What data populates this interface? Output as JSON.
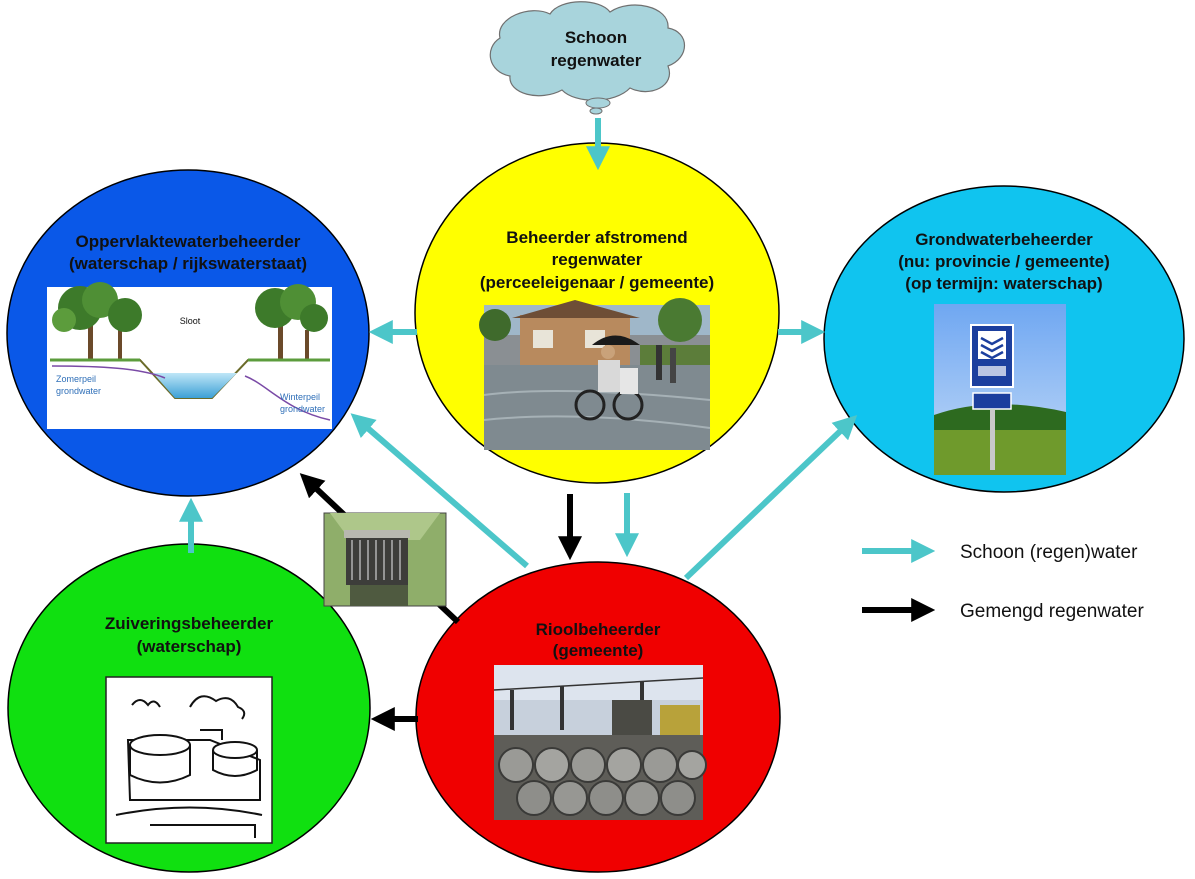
{
  "colors": {
    "clean_arrow": "#4cc6c9",
    "mixed_arrow": "#000000",
    "blue_circle": "#0a58e8",
    "yellow_circle": "#ffff00",
    "cyan_circle": "#10c4ef",
    "green_circle": "#10e010",
    "red_circle": "#f00000",
    "cloud": "#a8d4dc"
  },
  "cloud": {
    "line1": "Schoon",
    "line2": "regenwater"
  },
  "nodes": {
    "surface": {
      "line1": "Oppervlaktewaterbeheerder",
      "line2": "(waterschap / rijkswaterstaat)"
    },
    "runoff": {
      "line1": "Beheerder afstromend",
      "line2": "regenwater",
      "line3": "(perceeleigenaar / gemeente)"
    },
    "ground": {
      "line1": "Grondwaterbeheerder",
      "line2": "(nu: provincie / gemeente)",
      "line3": "(op termijn: waterschap)"
    },
    "treatment": {
      "line1": "Zuiveringsbeheerder",
      "line2": "(waterschap)"
    },
    "sewer": {
      "line1": "Rioolbeheerder",
      "line2": "(gemeente)"
    }
  },
  "images": {
    "ditch": {
      "label": "Sloot",
      "summer": [
        "Zomerpeil",
        "grondwater"
      ],
      "winter": [
        "Winterpeil",
        "grondwater"
      ]
    }
  },
  "legend": {
    "clean": "Schoon (regen)water",
    "mixed": "Gemengd regenwater"
  }
}
